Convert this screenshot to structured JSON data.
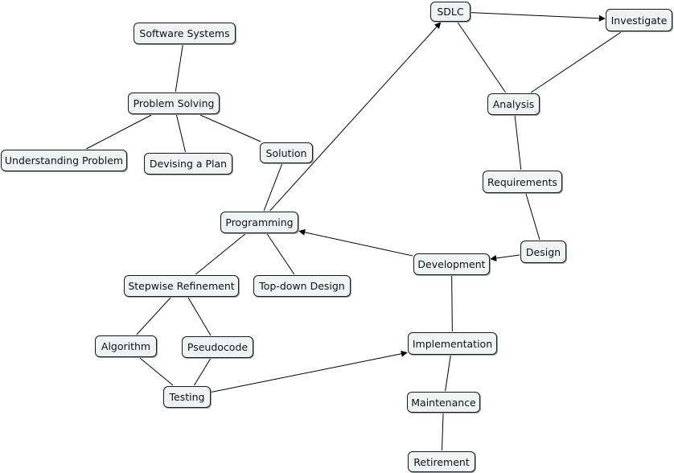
{
  "diagram": {
    "nodes": {
      "software_systems": "Software Systems",
      "problem_solving": "Problem Solving",
      "understanding_problem": "Understanding Problem",
      "devising_plan": "Devising a Plan",
      "solution": "Solution",
      "programming": "Programming",
      "stepwise_refinement": "Stepwise Refinement",
      "top_down_design": "Top-down Design",
      "algorithm": "Algorithm",
      "pseudocode": "Pseudocode",
      "testing": "Testing",
      "sdlc": "SDLC",
      "investigate": "Investigate",
      "analysis": "Analysis",
      "requirements": "Requirements",
      "design": "Design",
      "development": "Development",
      "implementation": "Implementation",
      "maintenance": "Maintenance",
      "retirement": "Retirement"
    },
    "edges": [
      {
        "from": "software_systems",
        "to": "problem_solving",
        "arrow": false
      },
      {
        "from": "problem_solving",
        "to": "understanding_problem",
        "arrow": false
      },
      {
        "from": "problem_solving",
        "to": "devising_plan",
        "arrow": false
      },
      {
        "from": "problem_solving",
        "to": "solution",
        "arrow": false
      },
      {
        "from": "solution",
        "to": "programming",
        "arrow": false
      },
      {
        "from": "programming",
        "to": "sdlc",
        "arrow": true
      },
      {
        "from": "programming",
        "to": "stepwise_refinement",
        "arrow": false
      },
      {
        "from": "programming",
        "to": "top_down_design",
        "arrow": false
      },
      {
        "from": "stepwise_refinement",
        "to": "algorithm",
        "arrow": false
      },
      {
        "from": "stepwise_refinement",
        "to": "pseudocode",
        "arrow": false
      },
      {
        "from": "algorithm",
        "to": "testing",
        "arrow": false
      },
      {
        "from": "pseudocode",
        "to": "testing",
        "arrow": false
      },
      {
        "from": "testing",
        "to": "implementation",
        "arrow": true
      },
      {
        "from": "sdlc",
        "to": "investigate",
        "arrow": true
      },
      {
        "from": "sdlc",
        "to": "analysis",
        "arrow": false
      },
      {
        "from": "investigate",
        "to": "analysis",
        "arrow": false
      },
      {
        "from": "analysis",
        "to": "requirements",
        "arrow": false
      },
      {
        "from": "requirements",
        "to": "design",
        "arrow": false
      },
      {
        "from": "design",
        "to": "development",
        "arrow": true
      },
      {
        "from": "development",
        "to": "programming",
        "arrow": true
      },
      {
        "from": "development",
        "to": "implementation",
        "arrow": false
      },
      {
        "from": "implementation",
        "to": "maintenance",
        "arrow": false
      },
      {
        "from": "maintenance",
        "to": "retirement",
        "arrow": false
      }
    ],
    "colors": {
      "node_fill": "#eef3f4",
      "node_border": "#1a1a1a",
      "edge": "#000000"
    }
  }
}
